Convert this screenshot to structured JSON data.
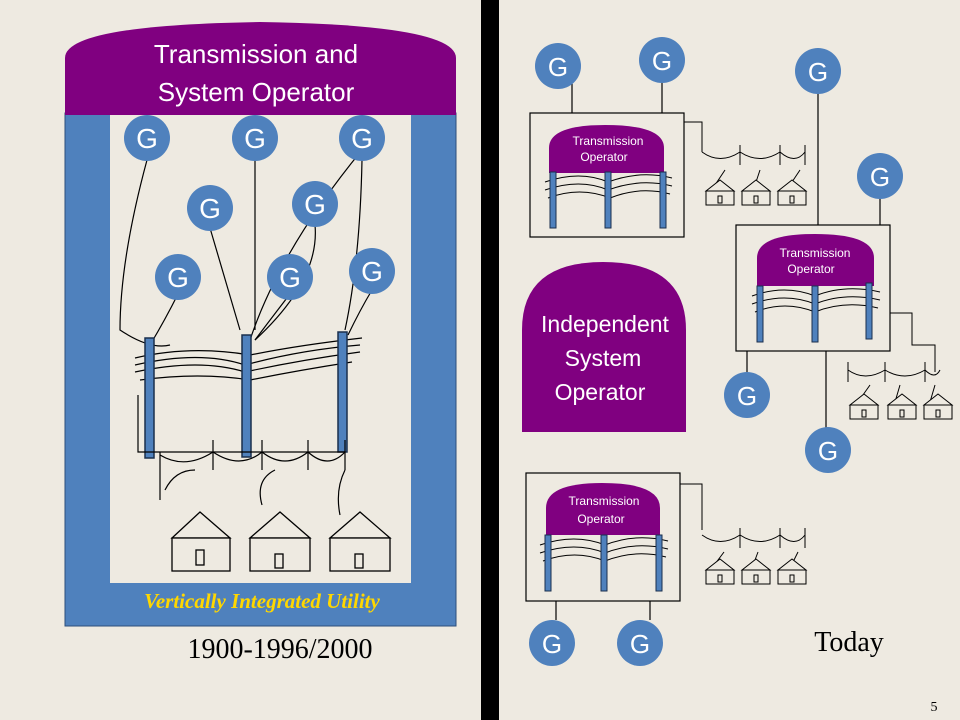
{
  "left": {
    "tso_label_line1": "Transmission and",
    "tso_label_line2": "System Operator",
    "utility_label": "Vertically Integrated Utility",
    "era_label": "1900-1996/2000",
    "generator_label": "G"
  },
  "right": {
    "generator_label": "G",
    "to_label_line1": "Transmission",
    "to_label_line2": "Operator",
    "iso_line1": "Independent",
    "iso_line2": "System",
    "iso_line3": "Operator",
    "era_label": "Today"
  },
  "slide_number": "5",
  "colors": {
    "background": "#EEEAE1",
    "utility_blue": "#4F81BD",
    "operator_purple": "#800080",
    "generator_circle": "#4F81BD",
    "divider": "#000000",
    "utility_label": "#FFD700"
  }
}
